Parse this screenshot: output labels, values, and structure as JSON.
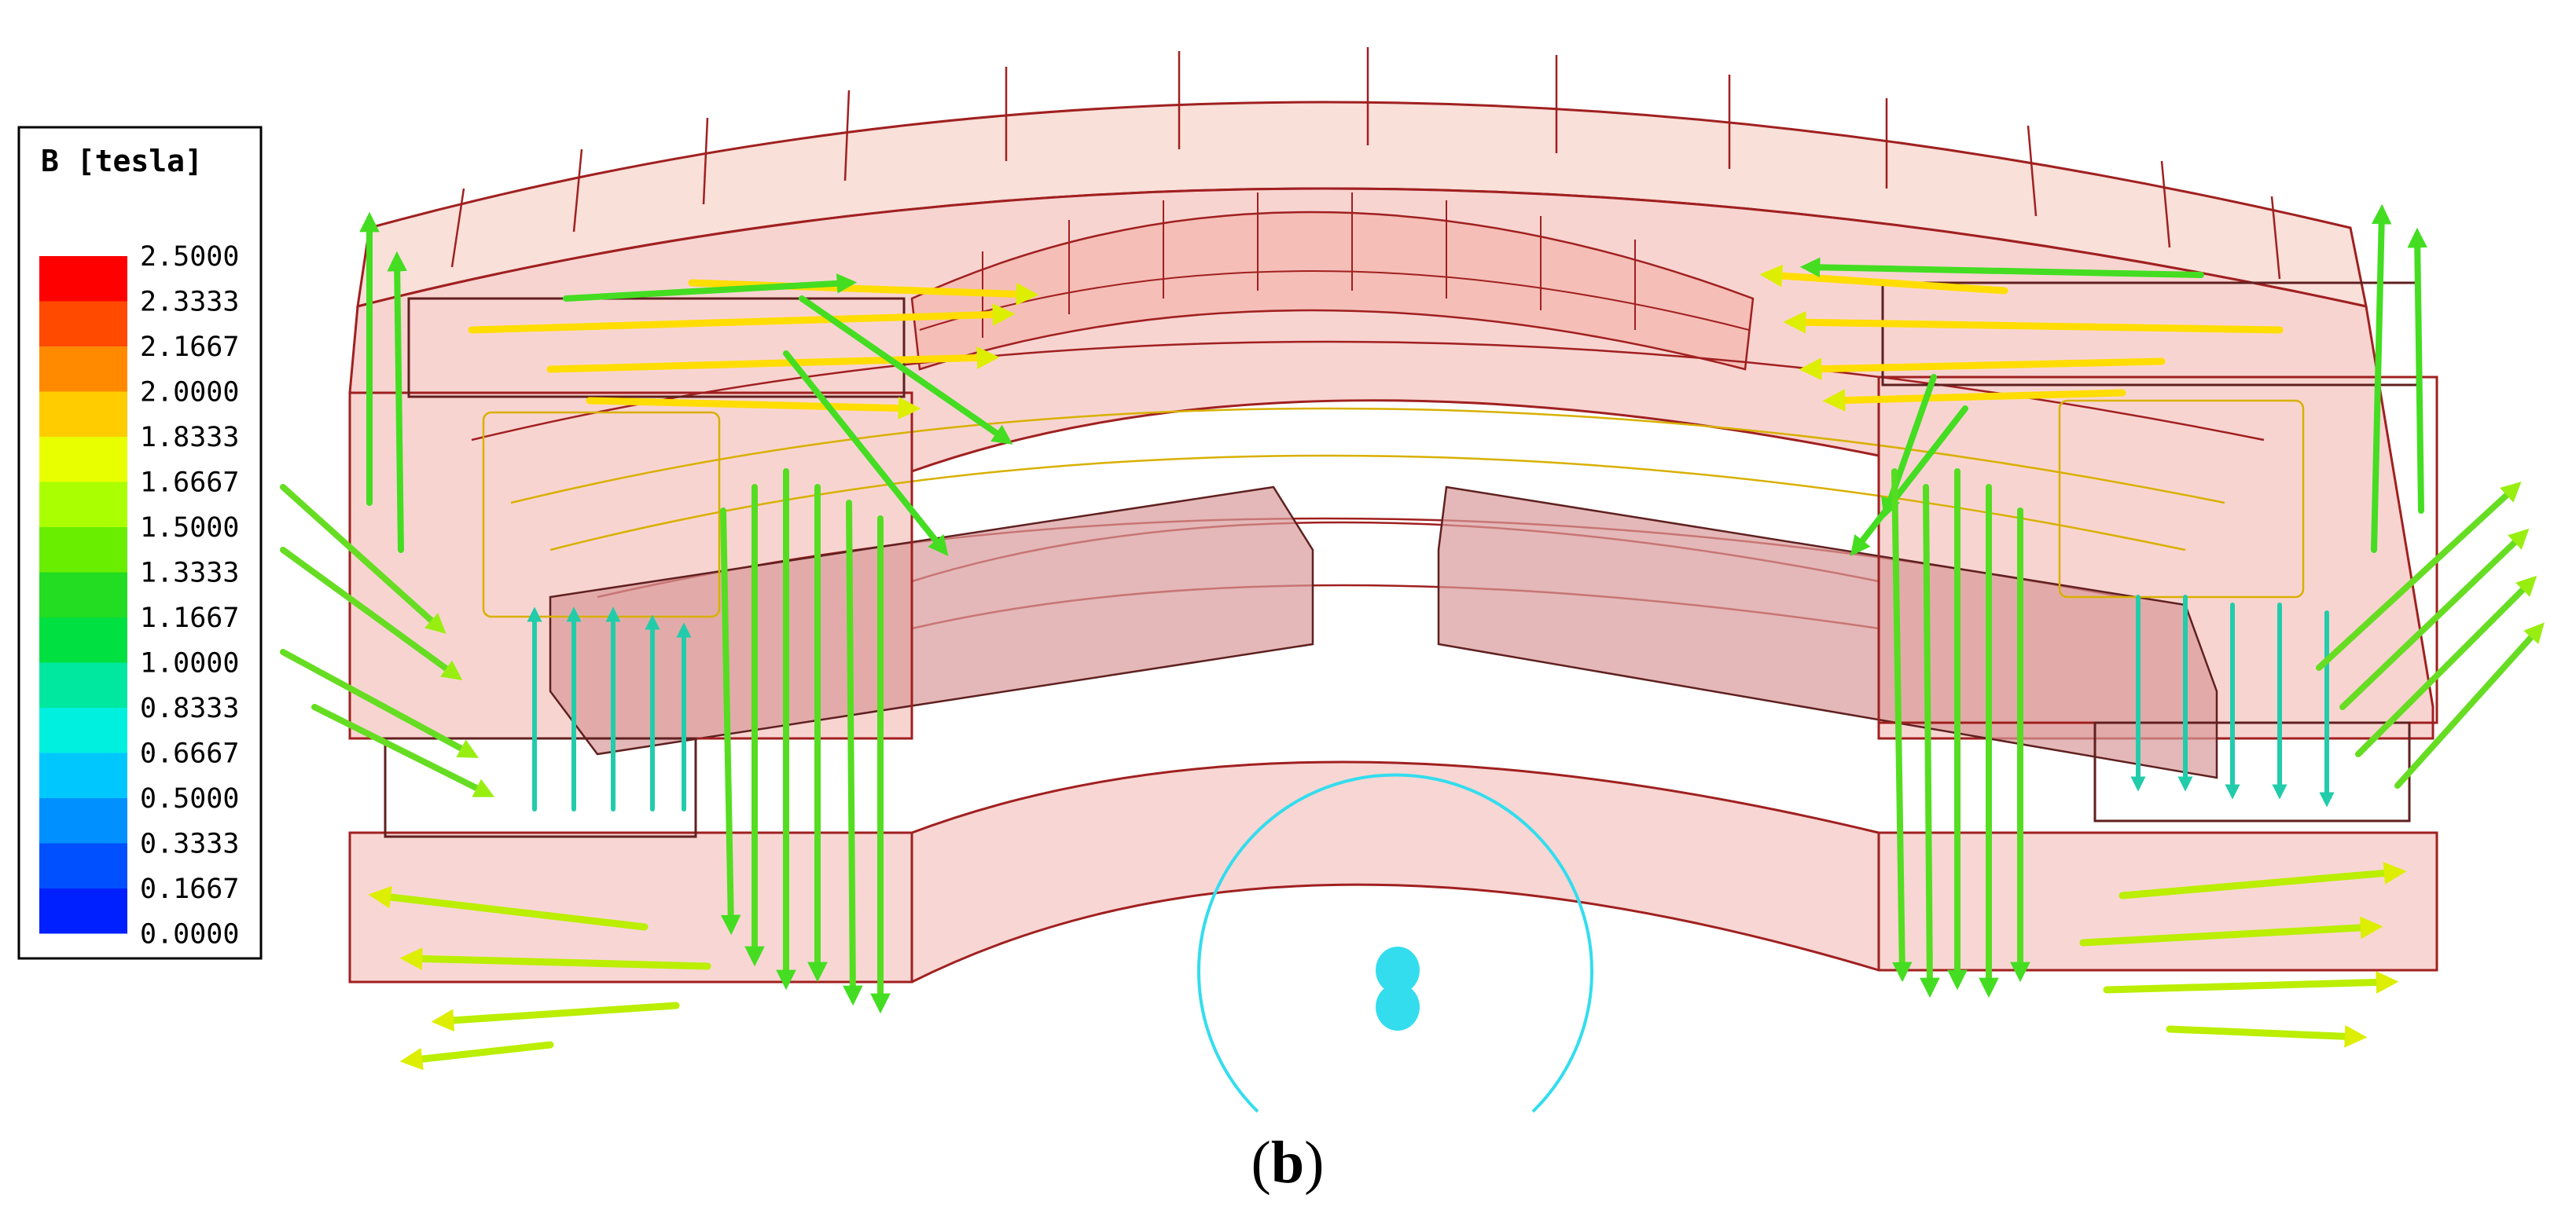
{
  "legend": {
    "title": "B [tesla]",
    "values": [
      "2.5000",
      "2.3333",
      "2.1667",
      "2.0000",
      "1.8333",
      "1.6667",
      "1.5000",
      "1.3333",
      "1.1667",
      "1.0000",
      "0.8333",
      "0.6667",
      "0.5000",
      "0.3333",
      "0.1667",
      "0.0000"
    ],
    "colors": [
      "#ff0000",
      "#ff4a00",
      "#ff8a00",
      "#ffcc00",
      "#e8ff00",
      "#aaff00",
      "#6aee00",
      "#22dd22",
      "#00e040",
      "#00e8a0",
      "#00f0e0",
      "#00c8ff",
      "#0090ff",
      "#0050ff",
      "#0020ff"
    ]
  },
  "caption": {
    "open": "(",
    "letter": "b",
    "close": ")"
  },
  "palette": {
    "body_fill": "#f6c6c2",
    "edge": "#a02020",
    "inner_edge": "#d8b000",
    "magnet_fill": "#d89a9a",
    "probe": "#33ddee"
  }
}
